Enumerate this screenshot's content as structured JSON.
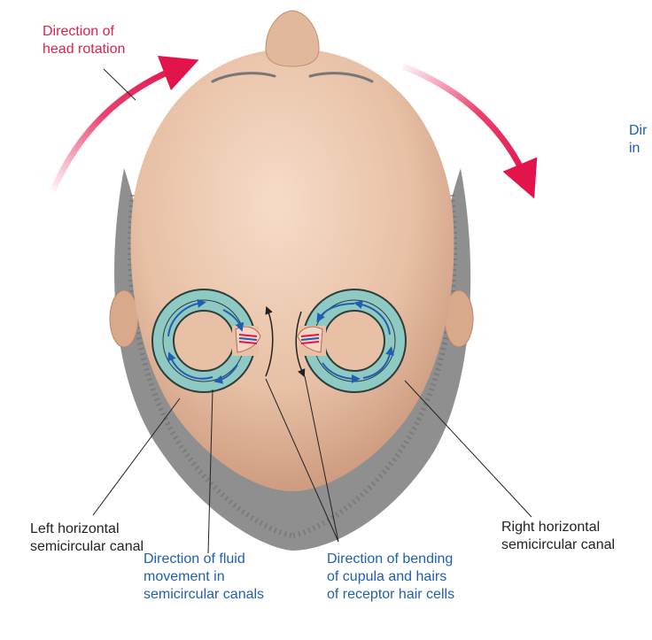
{
  "labels": {
    "head_rotation": "Direction of\nhead rotation",
    "fluid_in_canals_cut": "Dir\nin",
    "left_canal": "Left horizontal\nsemicircular canal",
    "right_canal": "Right horizontal\nsemicircular canal",
    "fluid_movement": "Direction of fluid\nmovement in\nsemicircular canals",
    "cupula_bending": "Direction of bending\nof cupula and hairs\nof receptor hair cells"
  },
  "colors": {
    "rotation_arrow": "#e3134b",
    "fluid_arrow": "#1f5fb3",
    "canal_fill": "#8ec9c3",
    "skin": "#e6c0a6",
    "hair": "#8f8f8f"
  }
}
